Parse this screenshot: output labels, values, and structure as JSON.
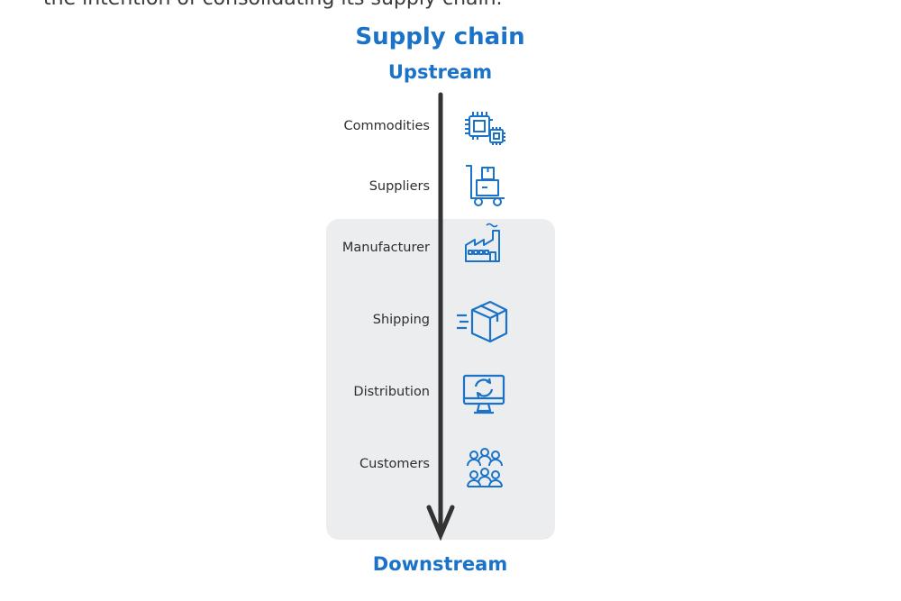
{
  "intro": {
    "text": "the intention of consolidating its supply chain."
  },
  "diagram": {
    "title": "Supply chain",
    "top_label": "Upstream",
    "bottom_label": "Downstream",
    "stages": [
      {
        "label": "Commodities",
        "icon": "microchip-icon"
      },
      {
        "label": "Suppliers",
        "icon": "hand-truck-icon"
      },
      {
        "label": "Manufacturer",
        "icon": "factory-icon"
      },
      {
        "label": "Shipping",
        "icon": "package-delivery-icon"
      },
      {
        "label": "Distribution",
        "icon": "monitor-refresh-icon"
      },
      {
        "label": "Customers",
        "icon": "people-group-icon"
      }
    ],
    "colors": {
      "accent": "#1a73c8",
      "arrow": "#333333",
      "highlight": "#ebedef",
      "label": "#2e2e2e"
    }
  }
}
